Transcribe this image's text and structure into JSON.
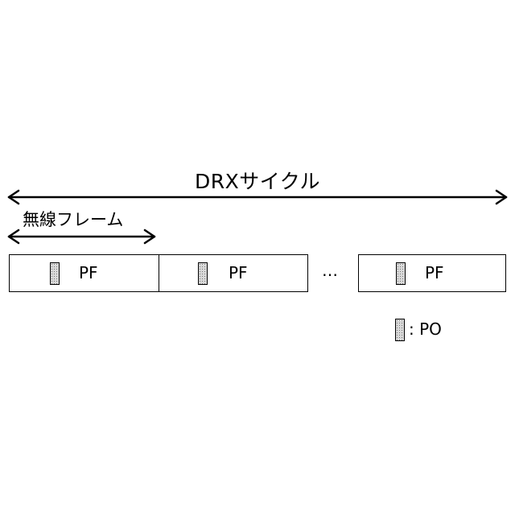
{
  "drx_cycle_label": "DRXサイクル",
  "radio_frame_label": "無線フレーム",
  "frames": [
    {
      "label": "PF"
    },
    {
      "label": "PF"
    },
    {
      "label": "PF"
    }
  ],
  "ellipsis": "…",
  "legend": {
    "text": ": PO"
  }
}
